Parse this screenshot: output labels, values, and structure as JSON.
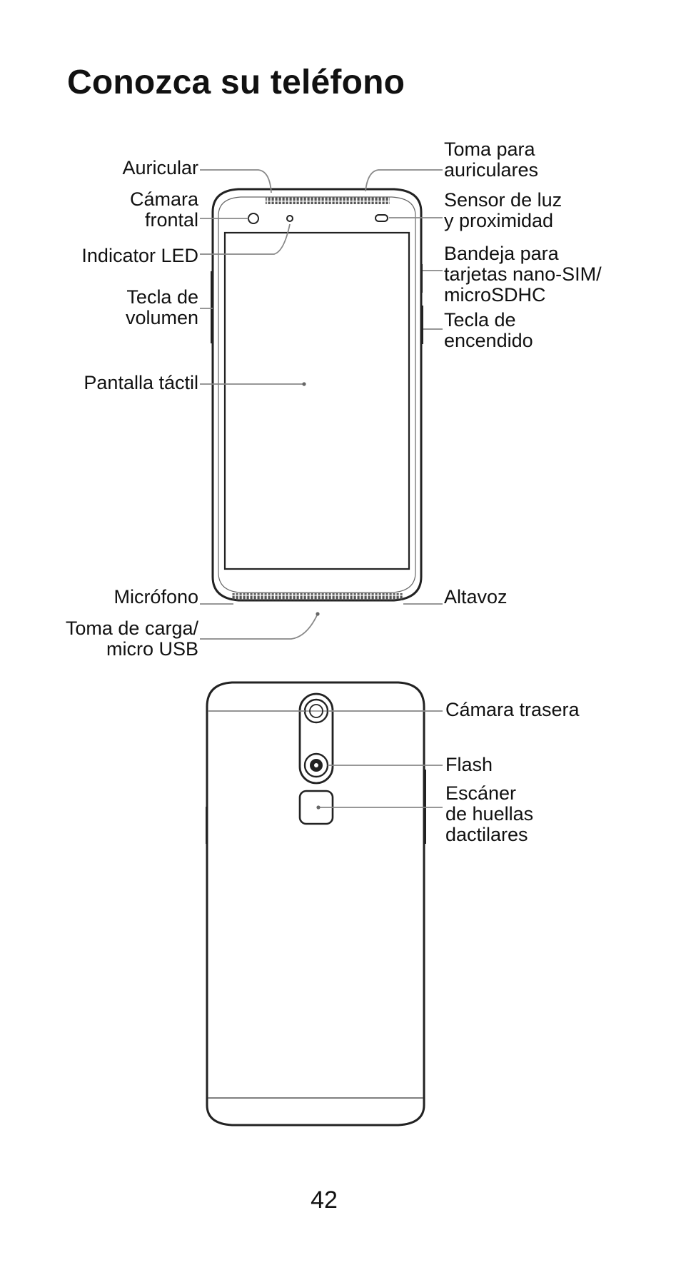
{
  "title": "Conozca su teléfono",
  "front_labels": {
    "auricular": "Auricular",
    "camara_frontal": "Cámara\nfrontal",
    "indicator_led": "Indicator LED",
    "tecla_volumen": "Tecla de\nvolumen",
    "pantalla_tactil": "Pantalla táctil",
    "microfono": "Micrófono",
    "toma_carga": "Toma de carga/\nmicro USB",
    "toma_auriculares": "Toma para\nauriculares",
    "sensor_luz": "Sensor de luz\ny proximidad",
    "bandeja_sim": "Bandeja para\ntarjetas nano-SIM/\nmicroSDHC",
    "tecla_encendido": "Tecla de\nencendido",
    "altavoz": "Altavoz"
  },
  "back_labels": {
    "camara_trasera": "Cámara trasera",
    "flash": "Flash",
    "escaner_huellas": "Escáner\nde huellas\ndactilares"
  },
  "page_number": "42"
}
